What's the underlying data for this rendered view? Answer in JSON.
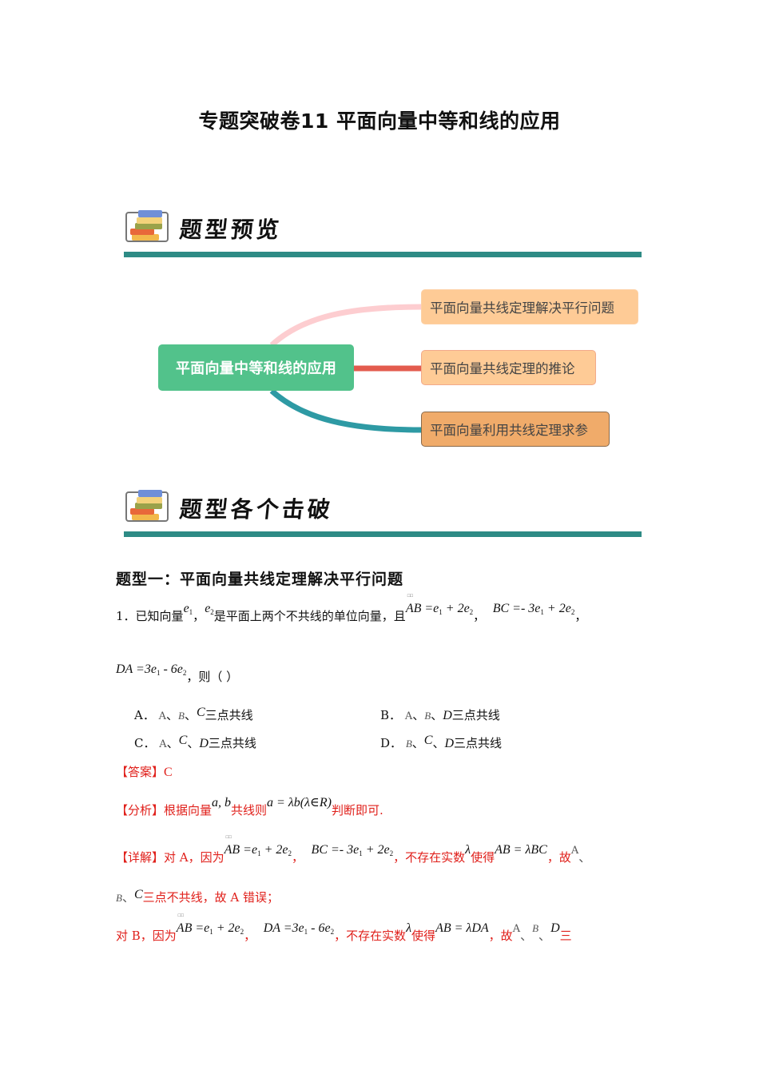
{
  "document": {
    "title": "专题突破卷11  平面向量中等和线的应用"
  },
  "sections": [
    {
      "label": "题型预览",
      "icon": "book-stack-icon"
    },
    {
      "label": "题型各个击破",
      "icon": "book-stack-icon"
    }
  ],
  "mindmap": {
    "root": "平面向量中等和线的应用",
    "branches": [
      {
        "label": "平面向量共线定理解决平行问题",
        "edge_color": "#fdcdd0",
        "fill": "#fecb96"
      },
      {
        "label": "平面向量共线定理的推论",
        "edge_color": "#e35b4e",
        "fill": "#fecb96"
      },
      {
        "label": "平面向量利用共线定理求参",
        "edge_color": "#2e9aa4",
        "fill": "#f0ab6a"
      }
    ],
    "root_fill": "#52c28b"
  },
  "type1": {
    "heading": "题型一：平面向量共线定理解决平行问题"
  },
  "question1": {
    "number": "1．",
    "text1": "已知向量",
    "e1": "e",
    "e1_sub": "1",
    "comma1": "，",
    "e2": "e",
    "e2_sub": "2",
    "text2": "是平面上两个不共线的单位向量，且",
    "ab_expr": "AB =e",
    "ab_rest": " + 2e",
    "bc_expr": "BC =- 3e",
    "bc_rest": " + 2e",
    "da_expr": "DA =3e",
    "da_rest": " - 6e",
    "tail": "，则（    ）",
    "sep": "，",
    "options": [
      {
        "key": "A．",
        "p1": "A",
        "p2": "B",
        "p3": "C",
        "suffix": "三点共线"
      },
      {
        "key": "B．",
        "p1": "A",
        "p2": "B",
        "p3": "D",
        "suffix": "三点共线"
      },
      {
        "key": "C．",
        "p1": "A",
        "p2": "C",
        "p3": "D",
        "suffix": "三点共线"
      },
      {
        "key": "D．",
        "p1": "B",
        "p2": "C",
        "p3": "D",
        "suffix": "三点共线"
      }
    ],
    "dun": "、"
  },
  "answer": {
    "label": "【答案】",
    "value": "C"
  },
  "analysis": {
    "label": "【分析】",
    "t1": "根据向量",
    "ab": "a, b",
    "t2": "共线则",
    "formula": "a = λb(λ∈R)",
    "t3": "判断即可."
  },
  "detail": {
    "label": "【详解】",
    "a_intro": "对 A，因为",
    "no_real": "，不存在实数",
    "lambda": "λ",
    "such_that": "使得",
    "ab_lbc": "AB = λBC",
    "gu": "，故",
    "a_conclusion": "三点不共线，故 A 错误；",
    "b_intro": "对 B，因为",
    "ab_lda": "AB = λDA",
    "san": "三"
  }
}
